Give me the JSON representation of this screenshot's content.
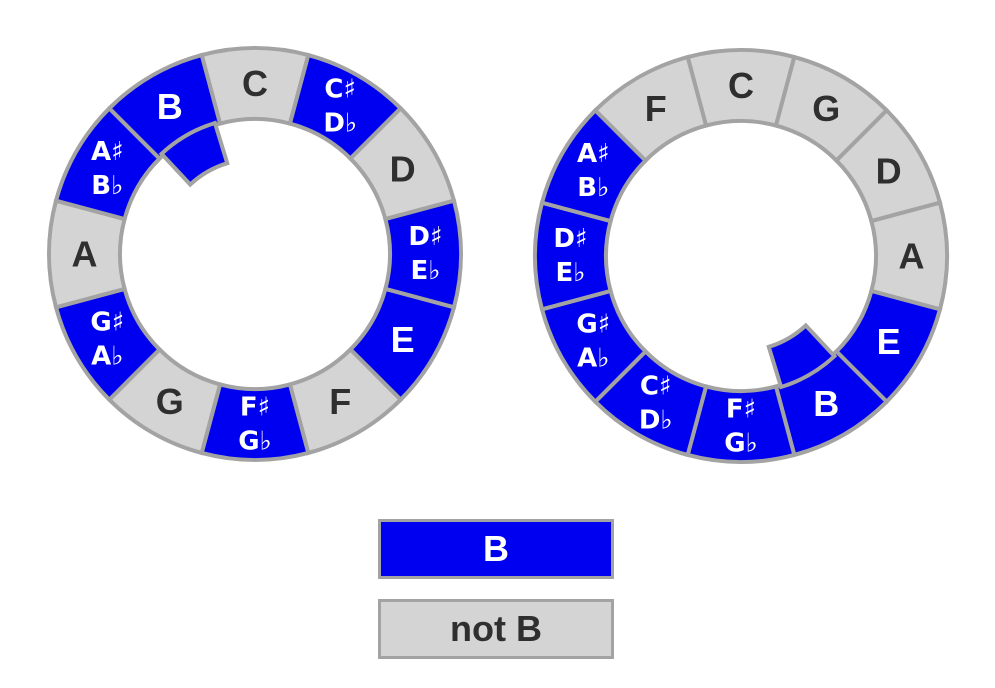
{
  "colors": {
    "in_scale": "#0000f0",
    "not_in_scale": "#d4d4d4",
    "stroke": "#a3a3a3",
    "text_dark": "#2f2f2f",
    "text_light": "#ffffff"
  },
  "wheels": [
    {
      "name": "chromatic-circle",
      "highlight": "B",
      "notes": [
        {
          "top": "C",
          "bottom": "",
          "in_scale": false
        },
        {
          "top": "C♯",
          "bottom": "D♭",
          "in_scale": true
        },
        {
          "top": "D",
          "bottom": "",
          "in_scale": false
        },
        {
          "top": "D♯",
          "bottom": "E♭",
          "in_scale": true
        },
        {
          "top": "E",
          "bottom": "",
          "in_scale": true
        },
        {
          "top": "F",
          "bottom": "",
          "in_scale": false
        },
        {
          "top": "F♯",
          "bottom": "G♭",
          "in_scale": true
        },
        {
          "top": "G",
          "bottom": "",
          "in_scale": false
        },
        {
          "top": "G♯",
          "bottom": "A♭",
          "in_scale": true
        },
        {
          "top": "A",
          "bottom": "",
          "in_scale": false
        },
        {
          "top": "A♯",
          "bottom": "B♭",
          "in_scale": true
        },
        {
          "top": "B",
          "bottom": "",
          "in_scale": true
        }
      ]
    },
    {
      "name": "circle-of-fifths",
      "highlight": "B",
      "notes": [
        {
          "top": "C",
          "bottom": "",
          "in_scale": false
        },
        {
          "top": "G",
          "bottom": "",
          "in_scale": false
        },
        {
          "top": "D",
          "bottom": "",
          "in_scale": false
        },
        {
          "top": "A",
          "bottom": "",
          "in_scale": false
        },
        {
          "top": "E",
          "bottom": "",
          "in_scale": true
        },
        {
          "top": "B",
          "bottom": "",
          "in_scale": true
        },
        {
          "top": "F♯",
          "bottom": "G♭",
          "in_scale": true
        },
        {
          "top": "C♯",
          "bottom": "D♭",
          "in_scale": true
        },
        {
          "top": "G♯",
          "bottom": "A♭",
          "in_scale": true
        },
        {
          "top": "D♯",
          "bottom": "E♭",
          "in_scale": true
        },
        {
          "top": "A♯",
          "bottom": "B♭",
          "in_scale": true
        },
        {
          "top": "F",
          "bottom": "",
          "in_scale": false
        }
      ]
    }
  ],
  "legend": {
    "in_label": "B",
    "out_label": "not B"
  }
}
